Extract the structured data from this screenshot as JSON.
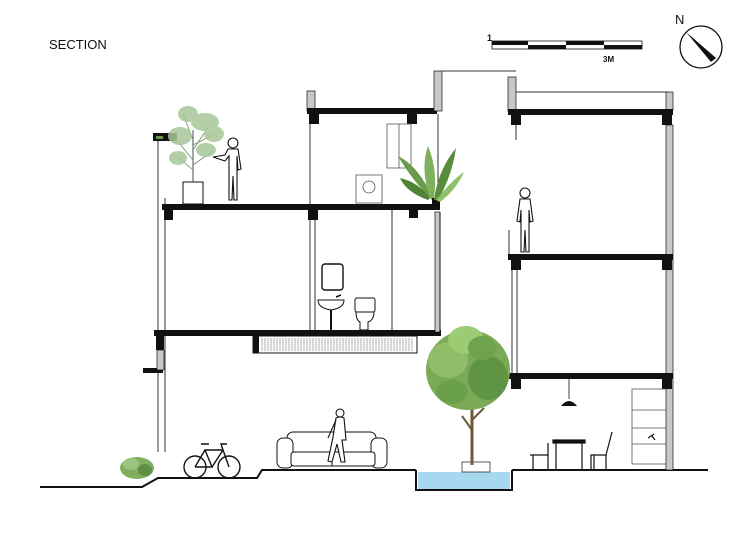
{
  "title": "SECTION",
  "north_label": "N",
  "scale_bar": {
    "start_label": "1",
    "end_label": "3M"
  },
  "colors": {
    "slab": "#111111",
    "wall_fill": "#c8c8c8",
    "foliage": "#6a9a4a",
    "water": "#a6d8ef",
    "hatch": "#777777"
  },
  "icons": [
    "north-arrow-icon",
    "tree-icon",
    "bicycle-icon",
    "sofa-icon",
    "person-icon",
    "toilet-icon",
    "plant-icon"
  ]
}
